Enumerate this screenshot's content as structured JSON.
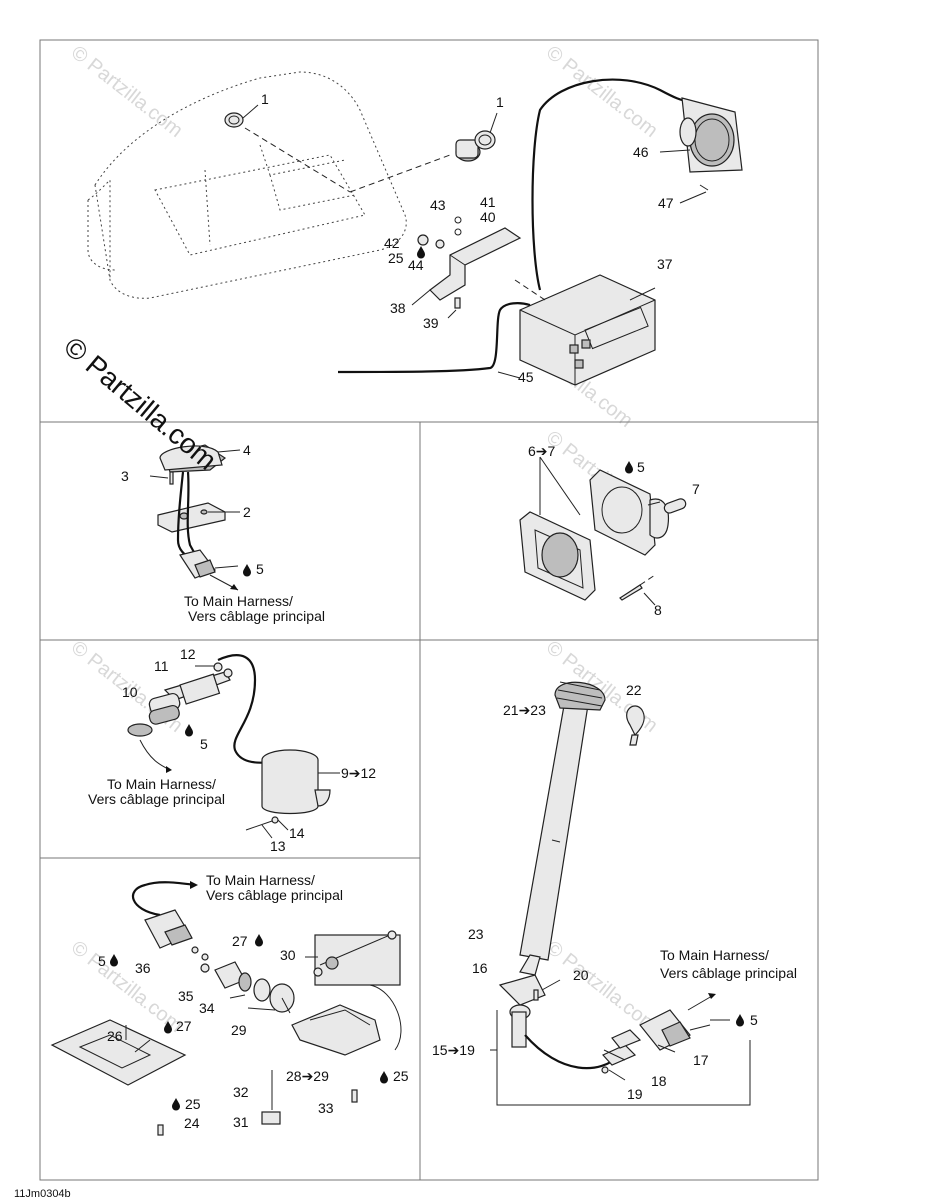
{
  "diagram_code": "11Jm0304b",
  "watermark_main": "© Partzilla.com",
  "watermark_faint": "© Partzilla.com",
  "harness_line1": "To Main Harness/",
  "harness_line2": "Vers câblage principal",
  "labels": {
    "l1a": "1",
    "l1b": "1",
    "l46": "46",
    "l47": "47",
    "l43": "43",
    "l41": "41",
    "l40": "40",
    "l42": "42",
    "l25a": "25",
    "l44": "44",
    "l37": "37",
    "l38": "38",
    "l39": "39",
    "l45": "45",
    "l4": "4",
    "l3": "3",
    "l2": "2",
    "l5a": "5",
    "l67": "6➔7",
    "l5b": "5",
    "l7": "7",
    "l8": "8",
    "l12": "12",
    "l11": "11",
    "l10": "10",
    "l5c": "5",
    "l912": "9➔12",
    "l14": "14",
    "l13": "13",
    "l2123": "21➔23",
    "l22": "22",
    "l5d": "5",
    "l36": "36",
    "l27a": "27",
    "l30": "30",
    "l35": "35",
    "l34": "34",
    "l29": "29",
    "l26": "26",
    "l27b": "27",
    "l2829": "28➔29",
    "l25b": "25",
    "l32": "32",
    "l33": "33",
    "l25c": "25",
    "l24": "24",
    "l31": "31",
    "l23": "23",
    "l16": "16",
    "l20": "20",
    "l1519": "15➔19",
    "l5e": "5",
    "l17": "17",
    "l18": "18",
    "l19": "19"
  }
}
